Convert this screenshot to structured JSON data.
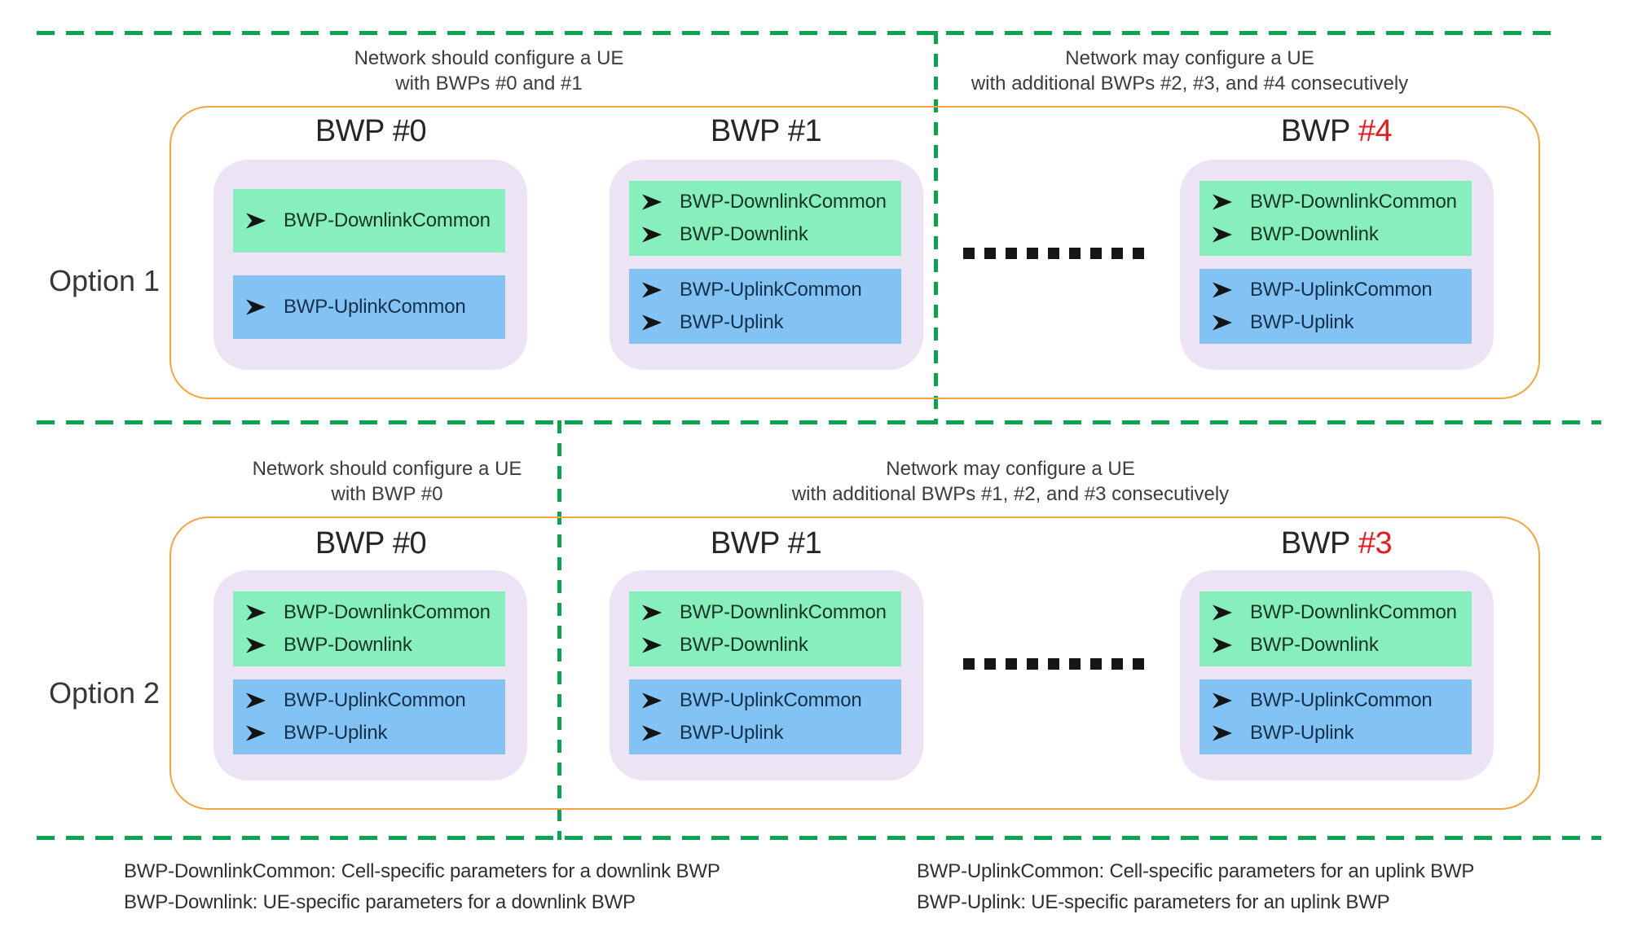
{
  "colors": {
    "dashed_line_green": "#0aa350",
    "frame_orange": "#f4a53f",
    "card_lavender": "#ece3f5",
    "downlink_mint": "#86efbb",
    "uplink_blue": "#82c3f3",
    "highlight_red": "#e8191c",
    "text_dark": "#3c3c3c"
  },
  "icons": {
    "arrow-bullet": "➢",
    "ellipsis": "black-square-dots"
  },
  "options": [
    {
      "label": "Option 1",
      "note_left": {
        "line1": "Network should configure a UE",
        "line2": "with BWPs #0 and #1"
      },
      "note_right": {
        "line1": "Network may configure a UE",
        "line2": "with additional BWPs #2, #3, and #4 consecutively"
      },
      "bwps": [
        {
          "title_prefix": "BWP",
          "title_num": "#0",
          "downlink": [
            "BWP-DownlinkCommon"
          ],
          "uplink": [
            "BWP-UplinkCommon"
          ]
        },
        {
          "title_prefix": "BWP",
          "title_num": "#1",
          "downlink": [
            "BWP-DownlinkCommon",
            "BWP-Downlink"
          ],
          "uplink": [
            "BWP-UplinkCommon",
            "BWP-Uplink"
          ]
        },
        {
          "title_prefix": "BWP",
          "title_num": "#4",
          "downlink": [
            "BWP-DownlinkCommon",
            "BWP-Downlink"
          ],
          "uplink": [
            "BWP-UplinkCommon",
            "BWP-Uplink"
          ]
        }
      ]
    },
    {
      "label": "Option 2",
      "note_left": {
        "line1": "Network should configure a UE",
        "line2": "with BWP #0"
      },
      "note_right": {
        "line1": "Network may configure a UE",
        "line2": "with additional BWPs #1, #2, and #3 consecutively"
      },
      "bwps": [
        {
          "title_prefix": "BWP",
          "title_num": "#0",
          "downlink": [
            "BWP-DownlinkCommon",
            "BWP-Downlink"
          ],
          "uplink": [
            "BWP-UplinkCommon",
            "BWP-Uplink"
          ]
        },
        {
          "title_prefix": "BWP",
          "title_num": "#1",
          "downlink": [
            "BWP-DownlinkCommon",
            "BWP-Downlink"
          ],
          "uplink": [
            "BWP-UplinkCommon",
            "BWP-Uplink"
          ]
        },
        {
          "title_prefix": "BWP",
          "title_num": "#3",
          "downlink": [
            "BWP-DownlinkCommon",
            "BWP-Downlink"
          ],
          "uplink": [
            "BWP-UplinkCommon",
            "BWP-Uplink"
          ]
        }
      ]
    }
  ],
  "legend": {
    "downlink_common": "BWP-DownlinkCommon: Cell-specific parameters for a downlink BWP",
    "downlink": "BWP-Downlink: UE-specific parameters for a downlink BWP",
    "uplink_common": "BWP-UplinkCommon: Cell-specific parameters for an uplink BWP",
    "uplink": "BWP-Uplink: UE-specific parameters for an uplink BWP"
  }
}
